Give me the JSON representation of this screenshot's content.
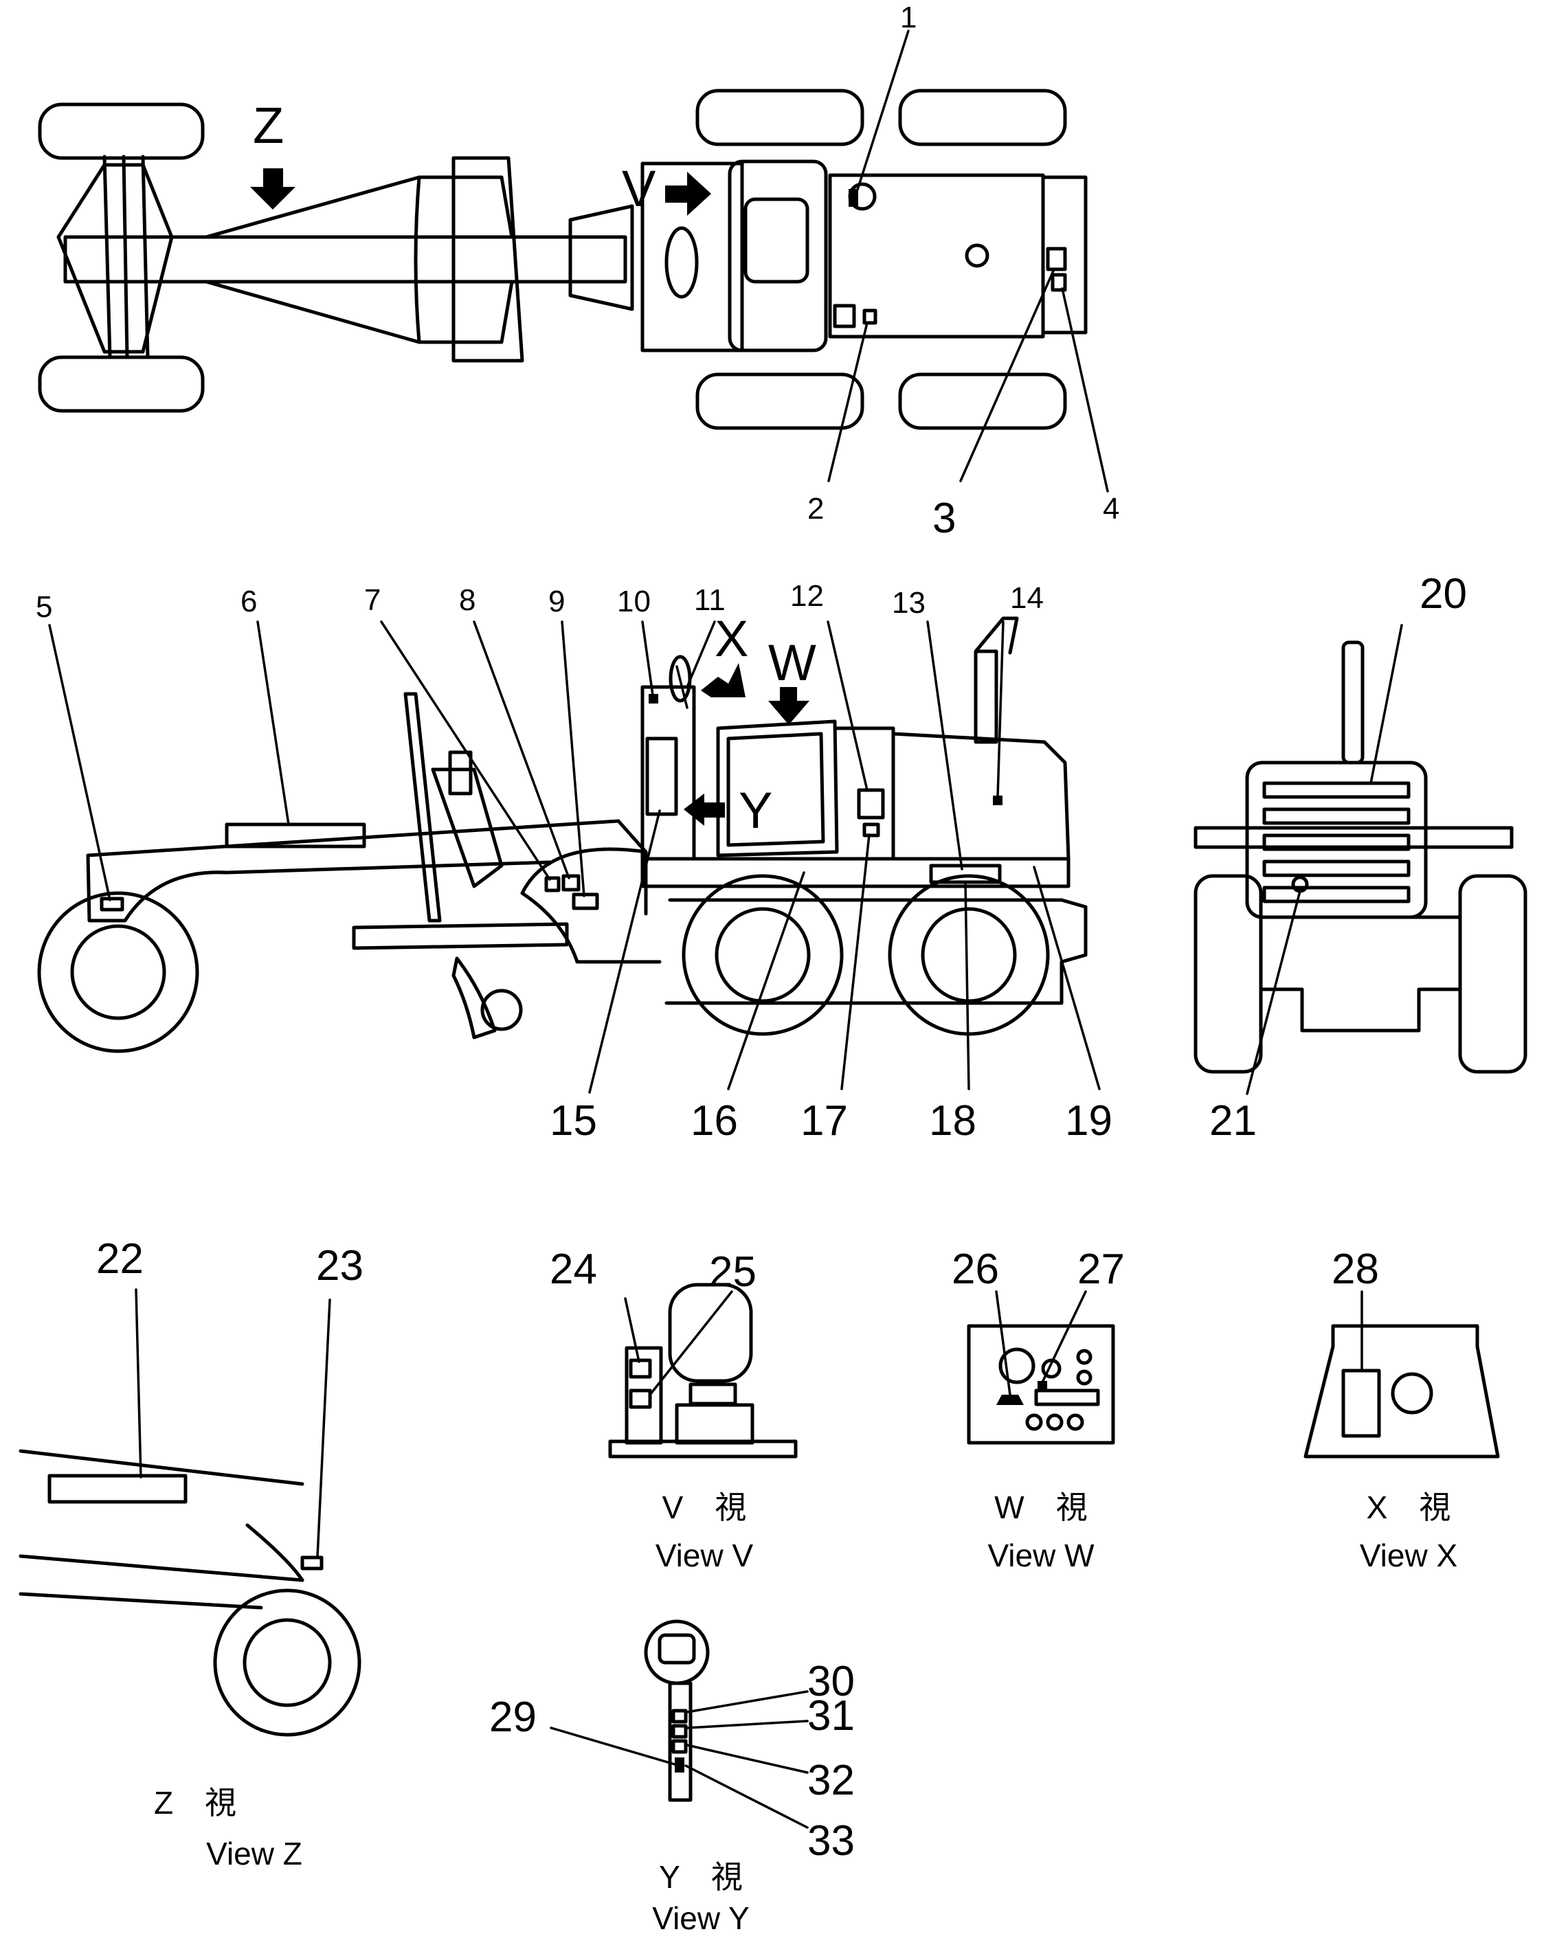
{
  "callouts": [
    {
      "id": "1"
    },
    {
      "id": "2"
    },
    {
      "id": "3"
    },
    {
      "id": "4"
    },
    {
      "id": "5"
    },
    {
      "id": "6"
    },
    {
      "id": "7"
    },
    {
      "id": "8"
    },
    {
      "id": "9"
    },
    {
      "id": "10"
    },
    {
      "id": "11"
    },
    {
      "id": "12"
    },
    {
      "id": "13"
    },
    {
      "id": "14"
    },
    {
      "id": "15"
    },
    {
      "id": "16"
    },
    {
      "id": "17"
    },
    {
      "id": "18"
    },
    {
      "id": "19"
    },
    {
      "id": "20"
    },
    {
      "id": "21"
    },
    {
      "id": "22"
    },
    {
      "id": "23"
    },
    {
      "id": "24"
    },
    {
      "id": "25"
    },
    {
      "id": "26"
    },
    {
      "id": "27"
    },
    {
      "id": "28"
    },
    {
      "id": "29"
    },
    {
      "id": "30"
    },
    {
      "id": "31"
    },
    {
      "id": "32"
    },
    {
      "id": "33"
    }
  ],
  "view_letters": {
    "z": "Z",
    "v": "V",
    "x": "X",
    "w": "W",
    "y": "Y"
  },
  "captions": {
    "z": {
      "jp": "Z　視",
      "en": "View  Z"
    },
    "v": {
      "jp": "V　視",
      "en": "View  V"
    },
    "w": {
      "jp": "W　視",
      "en": "View  W"
    },
    "x": {
      "jp": "X　視",
      "en": "View  X"
    },
    "y": {
      "jp": "Y　視",
      "en": "View  Y"
    }
  }
}
